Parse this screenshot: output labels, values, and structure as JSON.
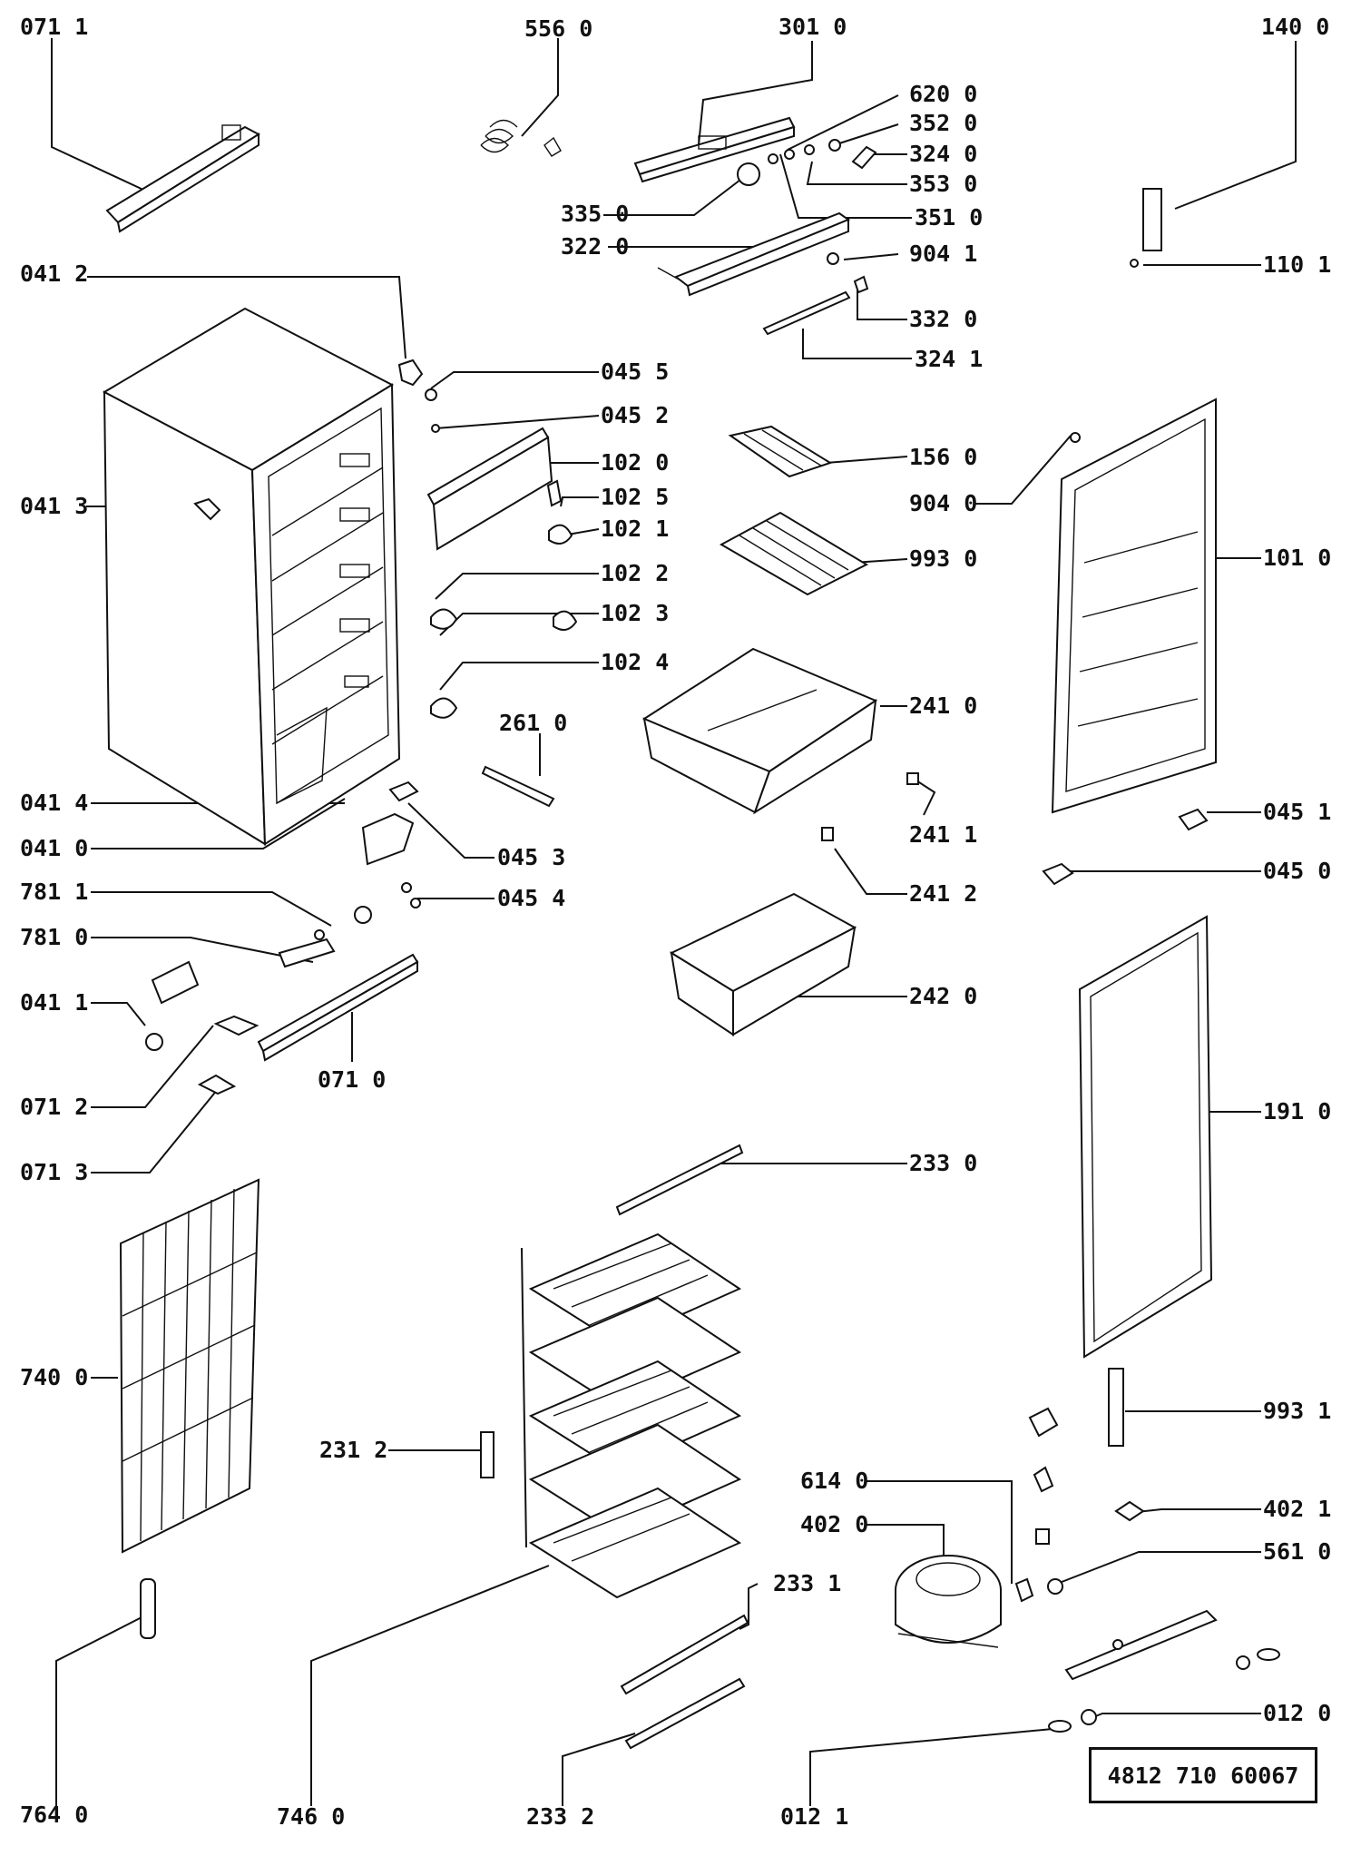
{
  "labels": {
    "p0711": "071 1",
    "p5560": "556 0",
    "p3010": "301 0",
    "p1400": "140 0",
    "p6200": "620 0",
    "p3520": "352 0",
    "p3240": "324 0",
    "p3530": "353 0",
    "p3350": "335 0",
    "p3510": "351 0",
    "p3220": "322 0",
    "p9041": "904 1",
    "p1101": "110 1",
    "p0412": "041 2",
    "p3320": "332 0",
    "p3241": "324 1",
    "p0455": "045 5",
    "p0452": "045 2",
    "p1020": "102 0",
    "p1560": "156 0",
    "p0413": "041 3",
    "p1025": "102 5",
    "p9040": "904 0",
    "p1021": "102 1",
    "p9930": "993 0",
    "p1010": "101 0",
    "p1022": "102 2",
    "p1023": "102 3",
    "p1024": "102 4",
    "p2410": "241 0",
    "p2610": "261 0",
    "p0414": "041 4",
    "p2411": "241 1",
    "p0451": "045 1",
    "p0410": "041 0",
    "p0453": "045 3",
    "p2412": "241 2",
    "p0450": "045 0",
    "p7811": "781 1",
    "p0454": "045 4",
    "p7810": "781 0",
    "p2420": "242 0",
    "p0411": "041 1",
    "p0710": "071 0",
    "p0712": "071 2",
    "p1910": "191 0",
    "p0713": "071 3",
    "p2330": "233 0",
    "p7400": "740 0",
    "p2312": "231 2",
    "p9931": "993 1",
    "p6140": "614 0",
    "p4021": "402 1",
    "p4020": "402 0",
    "p5610": "561 0",
    "p2331": "233 1",
    "p0120": "012 0",
    "p7640": "764 0",
    "p7460": "746 0",
    "p2332": "233 2",
    "p0121": "012 1"
  },
  "document_number": "4812  710  60067"
}
